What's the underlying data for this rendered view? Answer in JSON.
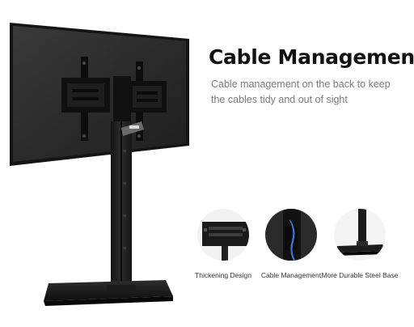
{
  "headline": "Cable Management",
  "description": "Cable management on the back to keep the cables tidy and out of sight",
  "features": [
    {
      "label": "Thickening Design",
      "icon": "thickening-bracket-closeup"
    },
    {
      "label": "Cable Management",
      "icon": "cable-clip-closeup"
    },
    {
      "label": "More Durable Steel Base",
      "icon": "steel-base-closeup"
    }
  ],
  "colors": {
    "screen": "#2a2a2a",
    "metal": "#1c1c1c",
    "text_dark": "#111111",
    "text_gray": "#7a7a7a",
    "cable_accent": "#3b7bd6"
  }
}
